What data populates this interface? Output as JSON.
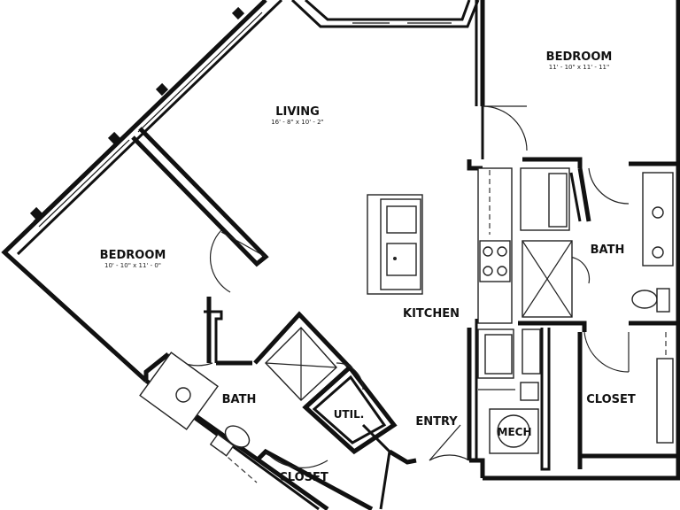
{
  "rooms": {
    "living": {
      "name": "LIVING",
      "dims": "16' - 8\" x 10' - 2\""
    },
    "bedroom_main": {
      "name": "BEDROOM",
      "dims": "10' - 10\" x 11' - 0\""
    },
    "bedroom_right": {
      "name": "BEDROOM",
      "dims": "11' - 10\" x 11' - 11\""
    },
    "kitchen": {
      "name": "KITCHEN"
    },
    "bath_left": {
      "name": "BATH"
    },
    "bath_right": {
      "name": "BATH"
    },
    "closet_left": {
      "name": "CLOSET"
    },
    "closet_right": {
      "name": "CLOSET"
    },
    "entry": {
      "name": "ENTRY"
    },
    "util": {
      "name": "UTIL."
    },
    "mech": {
      "name": "MECH"
    }
  }
}
